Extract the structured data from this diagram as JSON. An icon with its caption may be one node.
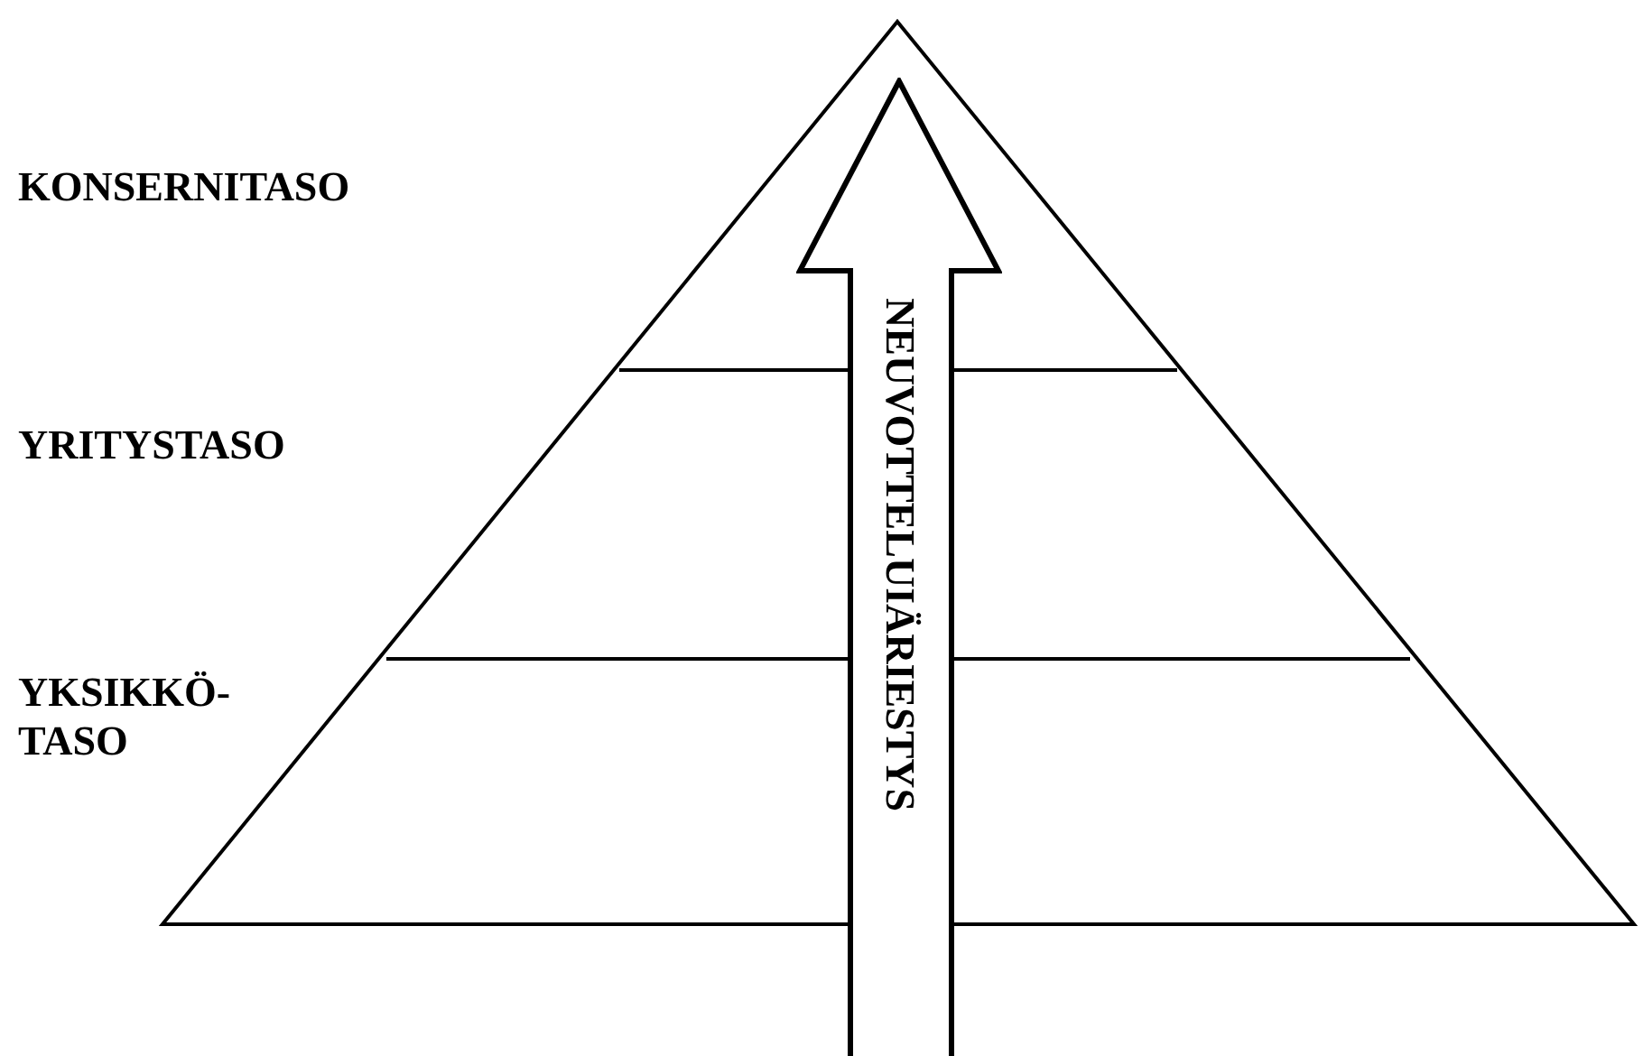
{
  "diagram": {
    "nodes": [
      {
        "text": [
          "NEUVOTTELUIÄRIESTYS"
        ]
      }
    ],
    "labels": [
      "KONSERNITASO",
      "YRITYSTASO",
      "YKSIKKÖ-TASO"
    ]
  }
}
